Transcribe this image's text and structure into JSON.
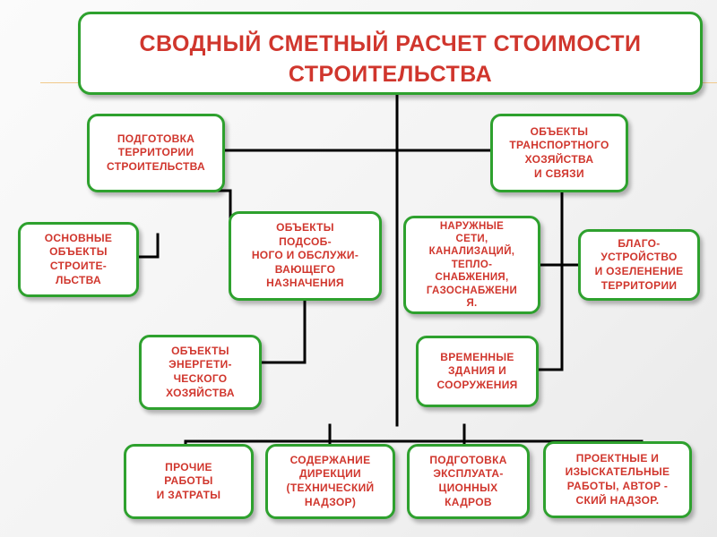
{
  "title": "СВОДНЫЙ СМЕТНЫЙ РАСЧЕТ СТОИМОСТИ\nСТРОИТЕЛЬСТВА",
  "colors": {
    "border": "#2ea12e",
    "text": "#d0362d",
    "connector": "#000000"
  },
  "nodes": {
    "site_preparation": "ПОДГОТОВКА\nТЕРРИТОРИИ\nСТРОИТЕЛЬСТВА",
    "transport_objects": "ОБЪЕКТЫ\nТРАНСПОРТНОГО\nХОЗЯЙСТВА\nИ СВЯЗИ",
    "main_objects": "ОСНОВНЫЕ\nОБЪЕКТЫ\nСТРОИТЕ-\nЛЬСТВА",
    "auxiliary_objects": "ОБЪЕКТЫ\nПОДСОБ-\nНОГО И ОБСЛУЖИ-\nВАЮЩЕГО\nНАЗНАЧЕНИЯ",
    "external_networks": "НАРУЖНЫЕ\nСЕТИ,\nКАНАЛИЗАЦИЙ,\nТЕПЛО-\nСНАБЖЕНИЯ,\nГАЗОСНАБЖЕНИ\nЯ.",
    "landscaping": "БЛАГО-\nУСТРОЙСТВО\nИ ОЗЕЛЕНЕНИЕ\nТЕРРИТОРИИ",
    "energy_objects": "ОБЪЕКТЫ\nЭНЕРГЕТИ-\nЧЕСКОГО\nХОЗЯЙСТВА",
    "temporary_buildings": "ВРЕМЕННЫЕ\nЗДАНИЯ И\nСООРУЖЕНИЯ",
    "other_works": "ПРОЧИЕ\nРАБОТЫ\nИ ЗАТРАТЫ",
    "directorate": "СОДЕРЖАНИЕ\nДИРЕКЦИИ\n(ТЕХНИЧЕСКИЙ\nНАДЗОР)",
    "staff_training": "ПОДГОТОВКА\nЭКСПЛУАТА-\nЦИОННЫХ\nКАДРОВ",
    "design_works": "ПРОЕКТНЫЕ И\nИЗЫСКАТЕЛЬНЫЕ\nРАБОТЫ, АВТОР -\nСКИЙ НАДЗОР."
  }
}
